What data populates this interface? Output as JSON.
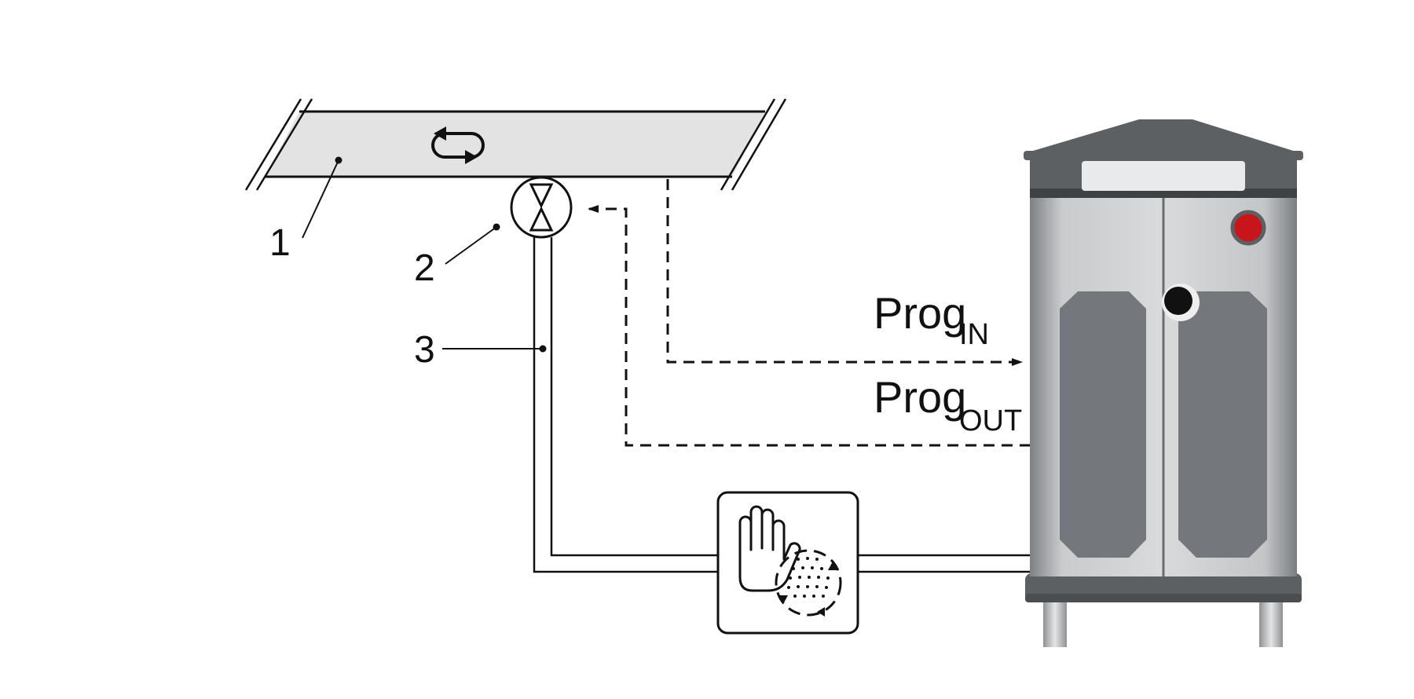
{
  "labels": {
    "callout_1": "1",
    "callout_2": "2",
    "callout_3": "3"
  },
  "signals": {
    "prog_in_main": "Prog",
    "prog_in_sub": "IN",
    "prog_out_main": "Prog",
    "prog_out_sub": "OUT"
  },
  "icons": {
    "duct_flow": "circulation-arrows-icon",
    "valve": "butterfly-valve-icon",
    "control_box_hand": "hand-stop-icon",
    "control_box_spray": "spray-cleaning-icon",
    "cabinet_lamp": "status-lamp-icon"
  },
  "colors": {
    "duct_fill": "#e3e3e3",
    "lines": "#111111",
    "cabinet_body": "#c6c8ca",
    "cabinet_dark": "#5d6063",
    "cabinet_panels": "#74777b",
    "lamp": "#c8151b"
  }
}
